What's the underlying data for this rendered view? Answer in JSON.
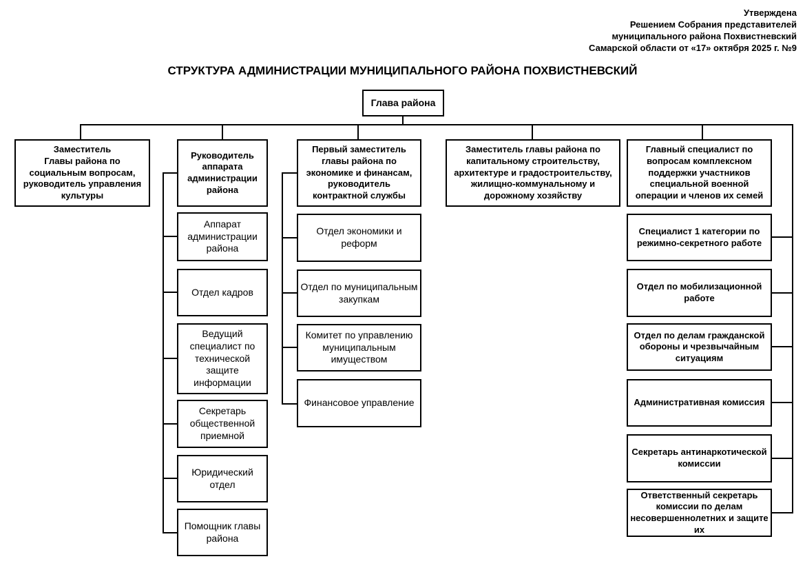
{
  "approval": {
    "line1": "Утверждена",
    "line2": "Решением Собрания представителей",
    "line3": "муниципального района Похвистневский",
    "line4": "Самарской области от «17» октября 2025 г. №9"
  },
  "title": "СТРУКТУРА АДМИНИСТРАЦИИ МУНИЦИПАЛЬНОГО РАЙОНА ПОХВИСТНЕВСКИЙ",
  "org": {
    "root": "Глава района",
    "branches": [
      {
        "head": "Заместитель\nГлавы района по социальным вопросам, руководитель управления культуры",
        "children": []
      },
      {
        "head": "Руководитель аппарата администрации района",
        "children": [
          "Аппарат администрации района",
          "Отдел кадров",
          "Ведущий специалист по технической защите информации",
          "Секретарь общественной приемной",
          "Юридический отдел",
          "Помощник главы района"
        ]
      },
      {
        "head": "Первый заместитель главы района по экономике и финансам, руководитель контрактной службы",
        "children": [
          "Отдел экономики и реформ",
          "Отдел по муниципальным закупкам",
          "Комитет по управлению муниципальным имуществом",
          "Финансовое управление"
        ]
      },
      {
        "head": "Заместитель главы района по капитальному строительству, архитектуре и градостроительству, жилищно-коммунальному и дорожному хозяйству",
        "children": []
      },
      {
        "head": "Главный специалист по вопросам комплексном поддержки участников специальной военной операции и членов их семей",
        "children": [
          "Специалист 1 категории по режимно-секретного работе",
          "Отдел по мобилизационной работе",
          "Отдел по делам гражданской обороны и чрезвычайным ситуациям",
          "Административная комиссия",
          "Секретарь антинаркотической комиссии",
          "Ответственный секретарь комиссии по делам несовершеннолетних и защите их"
        ]
      }
    ]
  },
  "colors": {
    "line": "#000000",
    "background": "#ffffff",
    "text": "#000000"
  }
}
